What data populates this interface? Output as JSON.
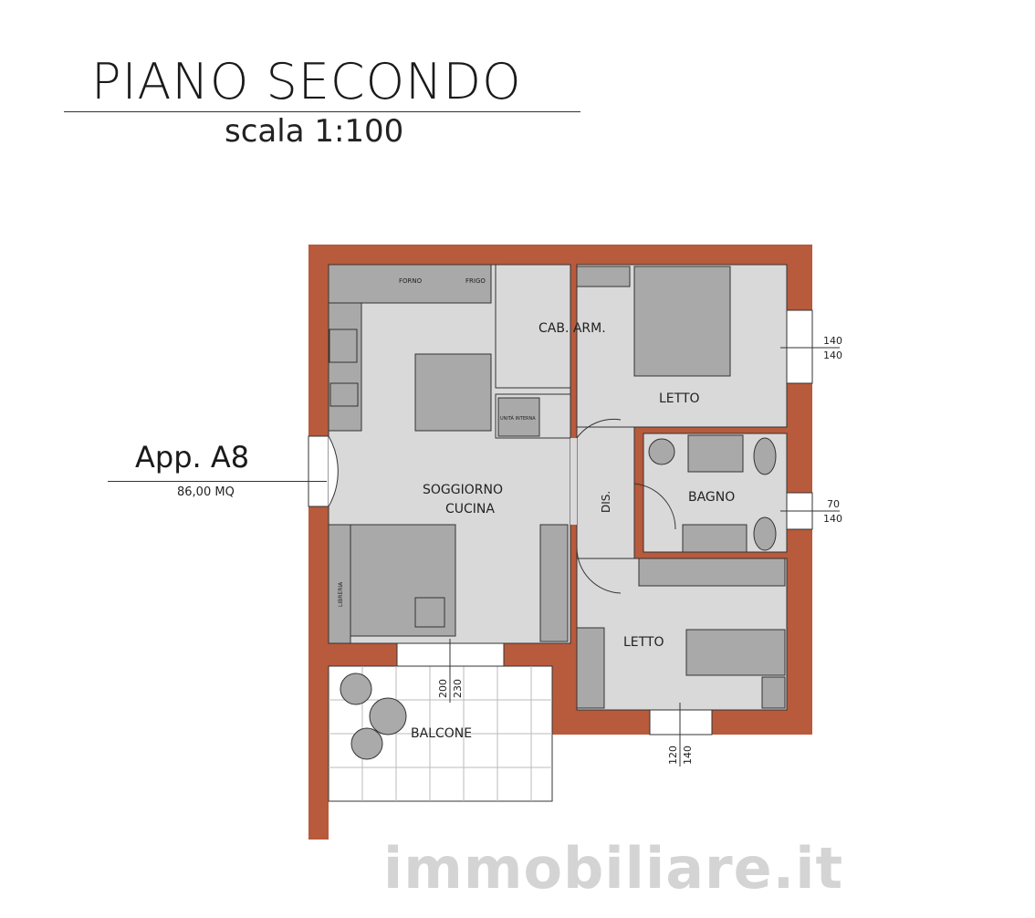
{
  "header": {
    "title": "PIANO SECONDO",
    "scale": "scala 1:100"
  },
  "unit": {
    "name": "App. A8",
    "area": "86,00 MQ"
  },
  "rooms": {
    "living": "SOGGIORNO",
    "kitchen": "CUCINA",
    "wardrobe": "CAB. ARM.",
    "bedroom1": "LETTO",
    "bathroom": "BAGNO",
    "corridor": "DIS.",
    "bedroom2": "LETTO",
    "balcony": "BALCONE"
  },
  "fixtures": {
    "oven": "FORNO",
    "fridge": "FRIGO",
    "indoor_unit": "UNITÀ INTERNA",
    "bookcase": "LIBRERIA"
  },
  "dimensions": {
    "window_bed1": {
      "top": "140",
      "bottom": "140"
    },
    "window_bath": {
      "top": "70",
      "bottom": "140"
    },
    "window_living": {
      "a": "200",
      "b": "230"
    },
    "window_bed2": {
      "a": "120",
      "b": "140"
    }
  },
  "watermark": "immobiliare.it",
  "colors": {
    "wall": "#b85a3c",
    "floor": "#d9d9d9",
    "furniture": "#a9a9a9"
  }
}
